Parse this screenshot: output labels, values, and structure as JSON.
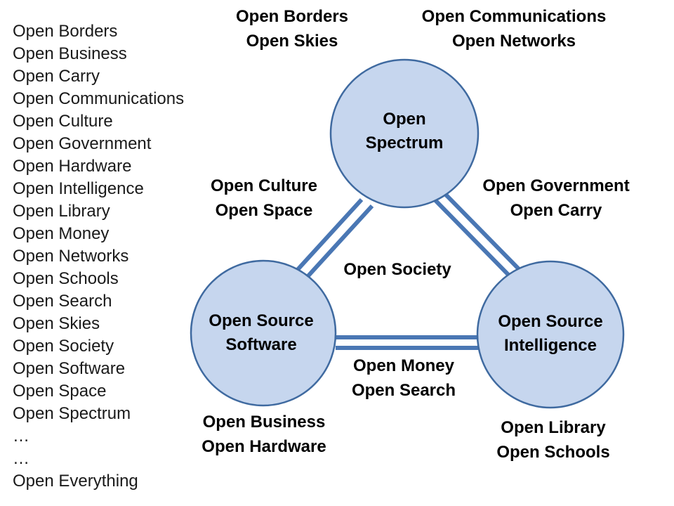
{
  "colors": {
    "node_fill": "#c6d6ee",
    "node_stroke": "#3f6aa0",
    "edge_color": "#4a77b4"
  },
  "sidebar": {
    "items": [
      "Open Borders",
      "Open Business",
      "Open Carry",
      "Open Communications",
      "Open Culture",
      "Open Government",
      "Open Hardware",
      "Open Intelligence",
      "Open Library",
      "Open Money",
      "Open Networks",
      "Open Schools",
      "Open Search",
      "Open Skies",
      "Open Society",
      "Open Software",
      "Open Space",
      "Open Spectrum",
      "…",
      "…",
      "Open Everything"
    ]
  },
  "nodes": {
    "spectrum": {
      "line1": "Open",
      "line2": "Spectrum"
    },
    "software": {
      "line1": "Open Source",
      "line2": "Software"
    },
    "intelligence": {
      "line1": "Open Source",
      "line2": "Intelligence"
    }
  },
  "labels": {
    "top_left": {
      "line1": "Open Borders",
      "line2": "Open Skies"
    },
    "top_right": {
      "line1": "Open Communications",
      "line2": "Open Networks"
    },
    "edge_left": {
      "line1": "Open Culture",
      "line2": "Open Space"
    },
    "edge_right": {
      "line1": "Open Government",
      "line2": "Open Carry"
    },
    "center": {
      "line1": "Open Society"
    },
    "edge_bottom": {
      "line1": "Open Money",
      "line2": "Open Search"
    },
    "bottom_left": {
      "line1": "Open Business",
      "line2": "Open Hardware"
    },
    "bottom_right": {
      "line1": "Open Library",
      "line2": "Open Schools"
    }
  }
}
